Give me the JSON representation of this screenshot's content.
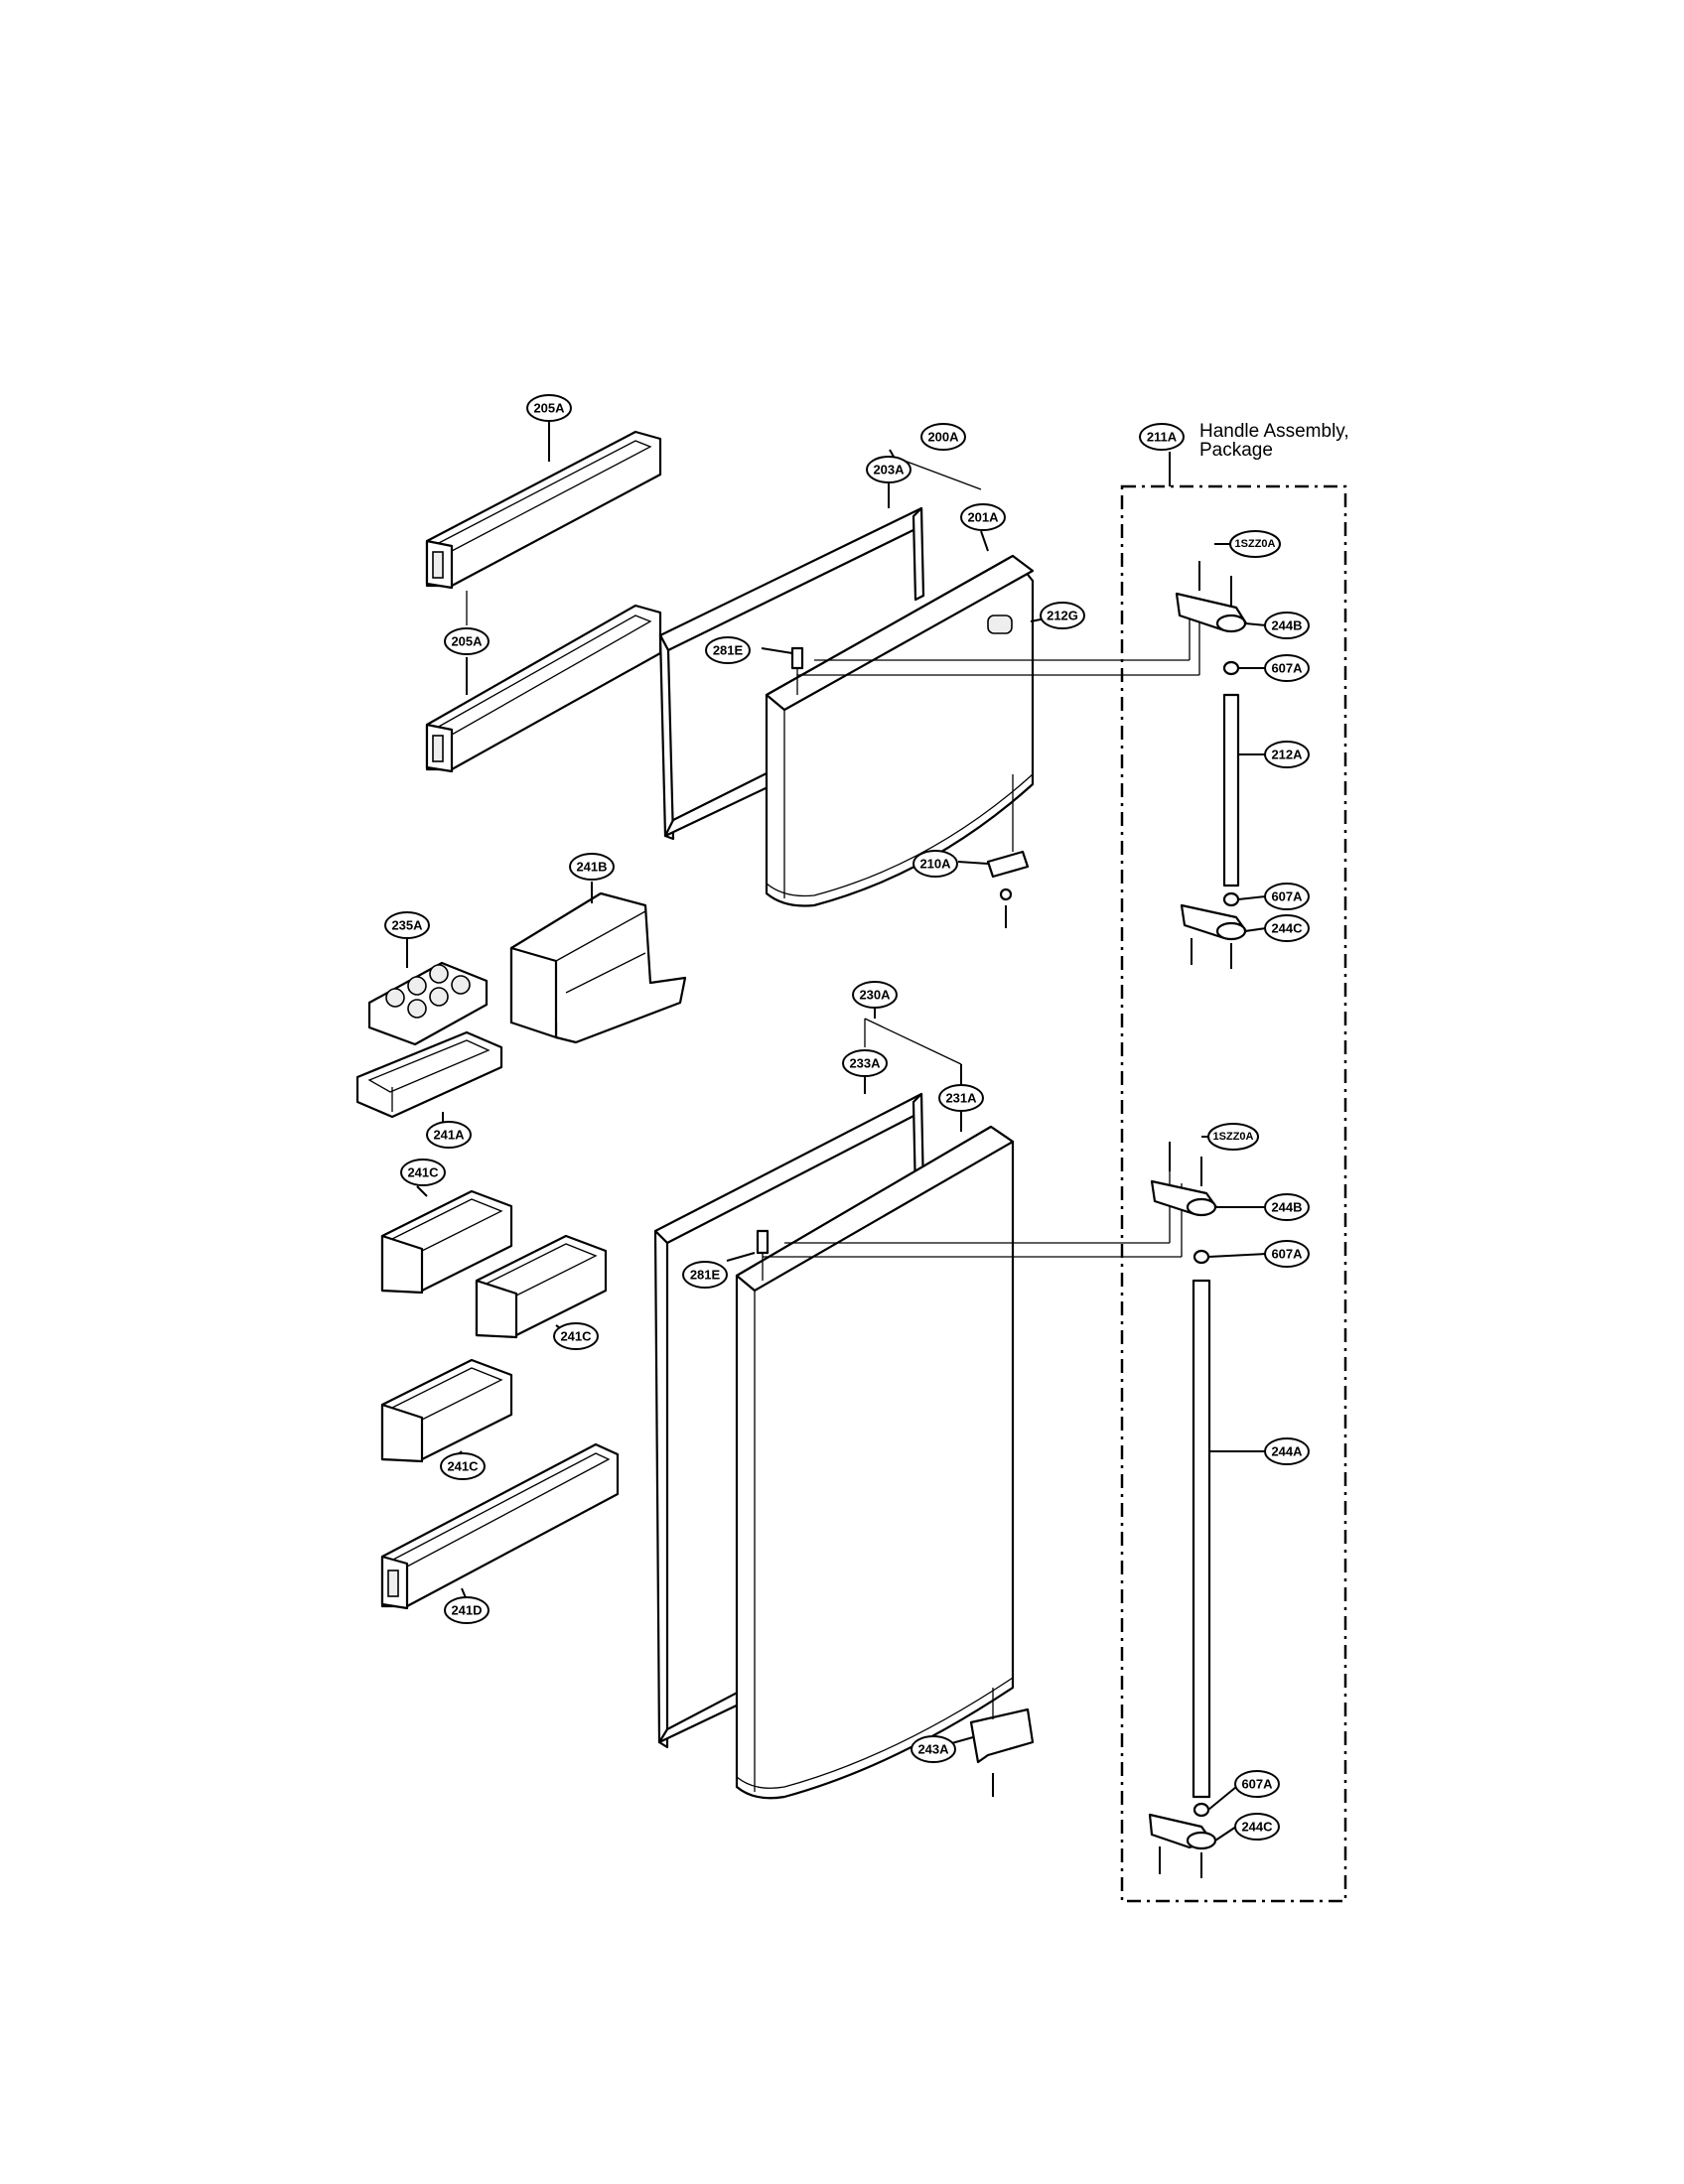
{
  "handle_assembly_title": [
    "Handle Assembly,",
    "Package"
  ],
  "callouts": [
    {
      "id": "c205a-top",
      "label": "205A"
    },
    {
      "id": "c205a-bottom",
      "label": "205A"
    },
    {
      "id": "c200a",
      "label": "200A"
    },
    {
      "id": "c203a",
      "label": "203A"
    },
    {
      "id": "c201a",
      "label": "201A"
    },
    {
      "id": "c212g",
      "label": "212G"
    },
    {
      "id": "c281e-upper",
      "label": "281E"
    },
    {
      "id": "c210a",
      "label": "210A"
    },
    {
      "id": "c241b",
      "label": "241B"
    },
    {
      "id": "c235a",
      "label": "235A"
    },
    {
      "id": "c241a",
      "label": "241A"
    },
    {
      "id": "c230a",
      "label": "230A"
    },
    {
      "id": "c233a",
      "label": "233A"
    },
    {
      "id": "c231a",
      "label": "231A"
    },
    {
      "id": "c281e-lower",
      "label": "281E"
    },
    {
      "id": "c241c-1",
      "label": "241C"
    },
    {
      "id": "c241c-2",
      "label": "241C"
    },
    {
      "id": "c241c-3",
      "label": "241C"
    },
    {
      "id": "c241d",
      "label": "241D"
    },
    {
      "id": "c243a",
      "label": "243A"
    },
    {
      "id": "c211a",
      "label": "211A"
    },
    {
      "id": "c1szz0a-upper",
      "label": "1SZZ0A"
    },
    {
      "id": "c244b-upper",
      "label": "244B"
    },
    {
      "id": "c607a-1",
      "label": "607A"
    },
    {
      "id": "c212a",
      "label": "212A"
    },
    {
      "id": "c607a-2",
      "label": "607A"
    },
    {
      "id": "c244c-upper",
      "label": "244C"
    },
    {
      "id": "c1szz0a-lower",
      "label": "1SZZ0A"
    },
    {
      "id": "c244b-lower",
      "label": "244B"
    },
    {
      "id": "c607a-3",
      "label": "607A"
    },
    {
      "id": "c244a",
      "label": "244A"
    },
    {
      "id": "c607a-4",
      "label": "607A"
    },
    {
      "id": "c244c-lower",
      "label": "244C"
    }
  ]
}
